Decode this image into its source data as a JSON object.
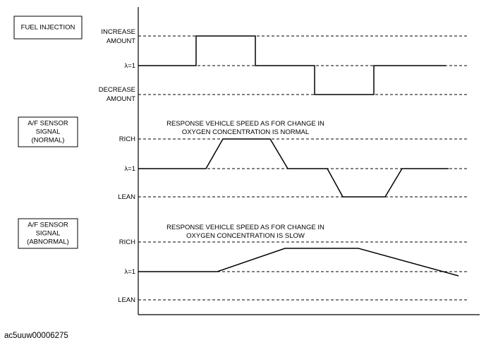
{
  "panels": {
    "fuel": {
      "box_lines": [
        "FUEL INJECTION"
      ],
      "levels": [
        {
          "key": "increase",
          "lines": [
            "INCREASE",
            "AMOUNT"
          ]
        },
        {
          "key": "lambda",
          "lines": [
            "λ=1"
          ]
        },
        {
          "key": "decrease",
          "lines": [
            "DECREASE",
            "AMOUNT"
          ]
        }
      ]
    },
    "normal": {
      "box_lines": [
        "A/F SENSOR",
        "SIGNAL",
        "(NORMAL)"
      ],
      "note_lines": [
        "RESPONSE VEHICLE SPEED AS FOR CHANGE IN",
        "OXYGEN CONCENTRATION IS NORMAL"
      ],
      "levels": [
        {
          "key": "rich",
          "lines": [
            "RICH"
          ]
        },
        {
          "key": "lambda",
          "lines": [
            "λ=1"
          ]
        },
        {
          "key": "lean",
          "lines": [
            "LEAN"
          ]
        }
      ]
    },
    "abnormal": {
      "box_lines": [
        "A/F SENSOR",
        "SIGNAL",
        "(ABNORMAL)"
      ],
      "note_lines": [
        "RESPONSE VEHICLE SPEED AS FOR CHANGE IN",
        "OXYGEN CONCENTRATION IS SLOW"
      ],
      "levels": [
        {
          "key": "rich",
          "lines": [
            "RICH"
          ]
        },
        {
          "key": "lambda",
          "lines": [
            "λ=1"
          ]
        },
        {
          "key": "lean",
          "lines": [
            "LEAN"
          ]
        }
      ]
    }
  },
  "figure_code": "ac5uuw00006275"
}
